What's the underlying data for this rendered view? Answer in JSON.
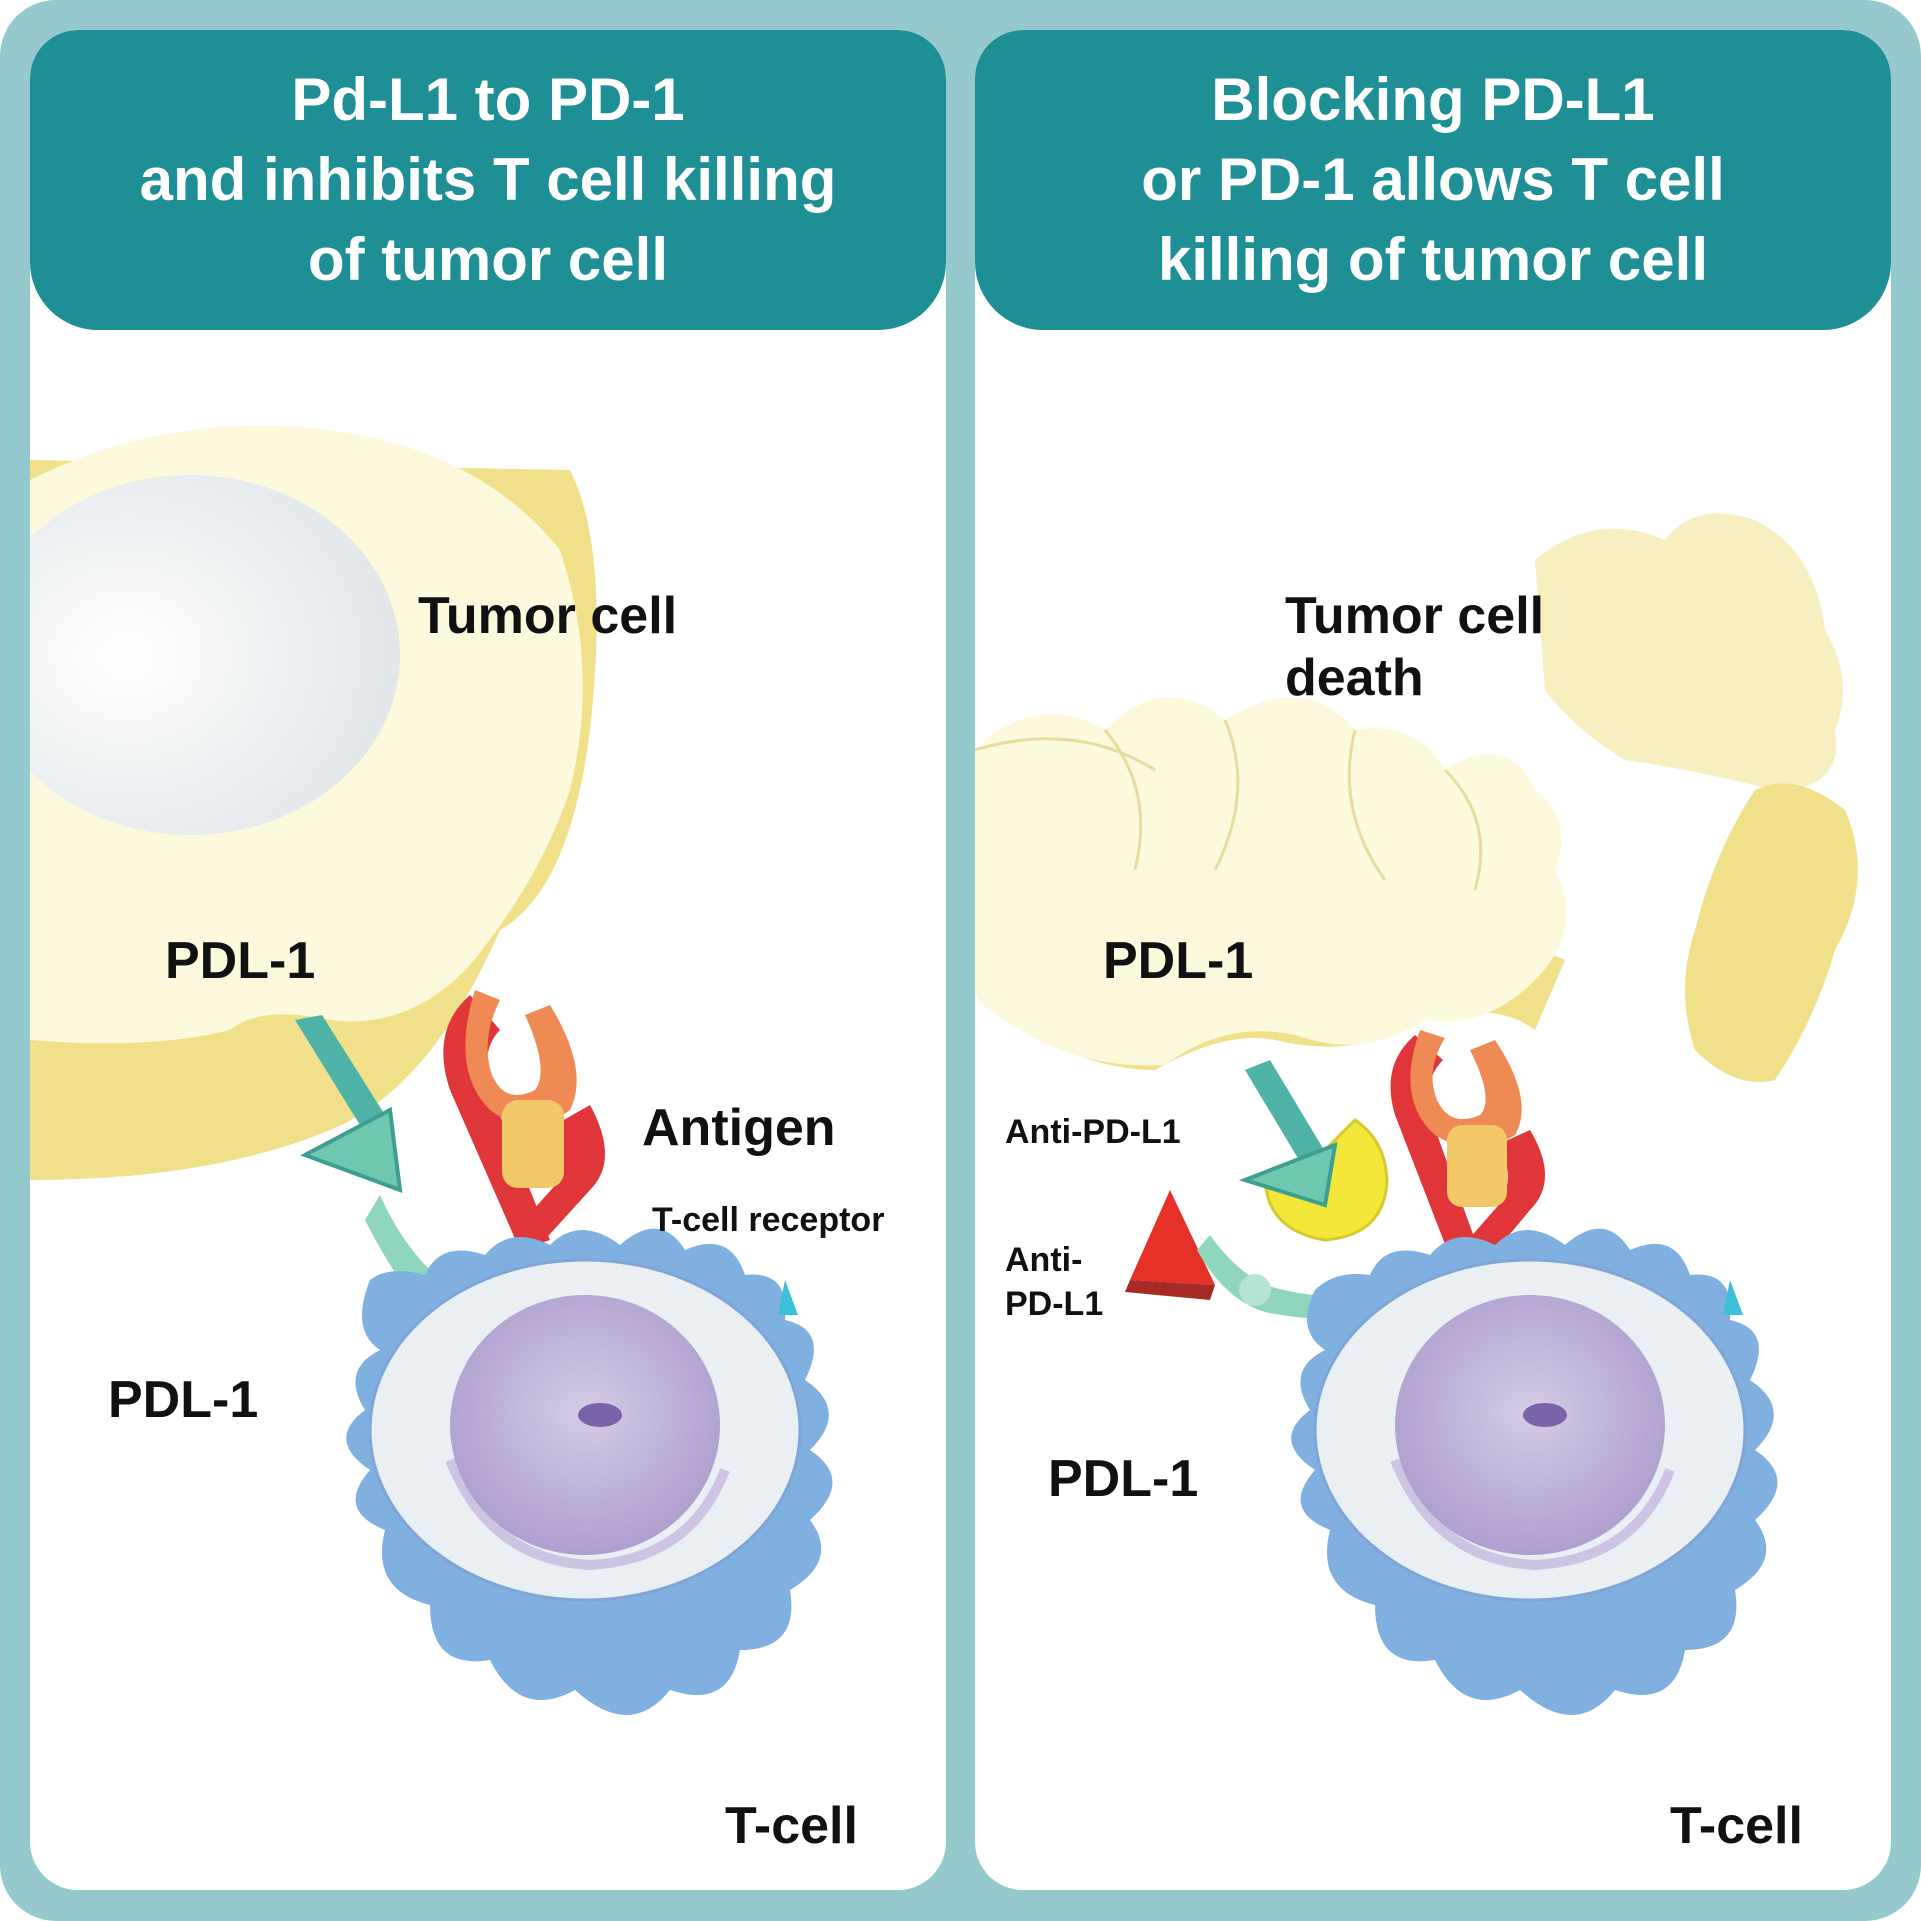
{
  "panels": {
    "left": {
      "title": "Pd-L1 to PD-1\nand inhibits T cell killing\nof tumor cell",
      "labels": {
        "tumor_cell": "Tumor cell",
        "pdl1_upper": "PDL-1",
        "antigen": "Antigen",
        "tcell_receptor": "T-cell receptor",
        "pdl1_lower": "PDL-1",
        "tcell": "T-cell"
      }
    },
    "right": {
      "title": "Blocking PD-L1\nor PD-1 allows T cell\nkilling of tumor cell",
      "labels": {
        "tumor_death": "Tumor cell\ndeath",
        "pdl1_upper": "PDL-1",
        "anti_pdl1_top": "Anti-PD-L1",
        "anti_pdl1_bottom": "Anti-\nPD-L1",
        "pdl1_lower": "PDL-1",
        "tcell": "T-cell"
      }
    }
  },
  "colors": {
    "frame": "#96c9cd",
    "header": "#1f8f96",
    "tumor_top": "#fdf9dc",
    "tumor_side": "#f0e08a",
    "nucleus": "#eef1f3",
    "pd1_green": "#6ec8b0",
    "pdl1_teal": "#4fb3a8",
    "tcr_red": "#e0363a",
    "antigen": "#f3c868",
    "tcell_body": "#e9eff3",
    "tcell_spikes": "#7fb0e0",
    "tcell_nucleus": "#b7a8d3",
    "antibody_red": "#e53127",
    "blocker_yellow": "#f3e839"
  }
}
